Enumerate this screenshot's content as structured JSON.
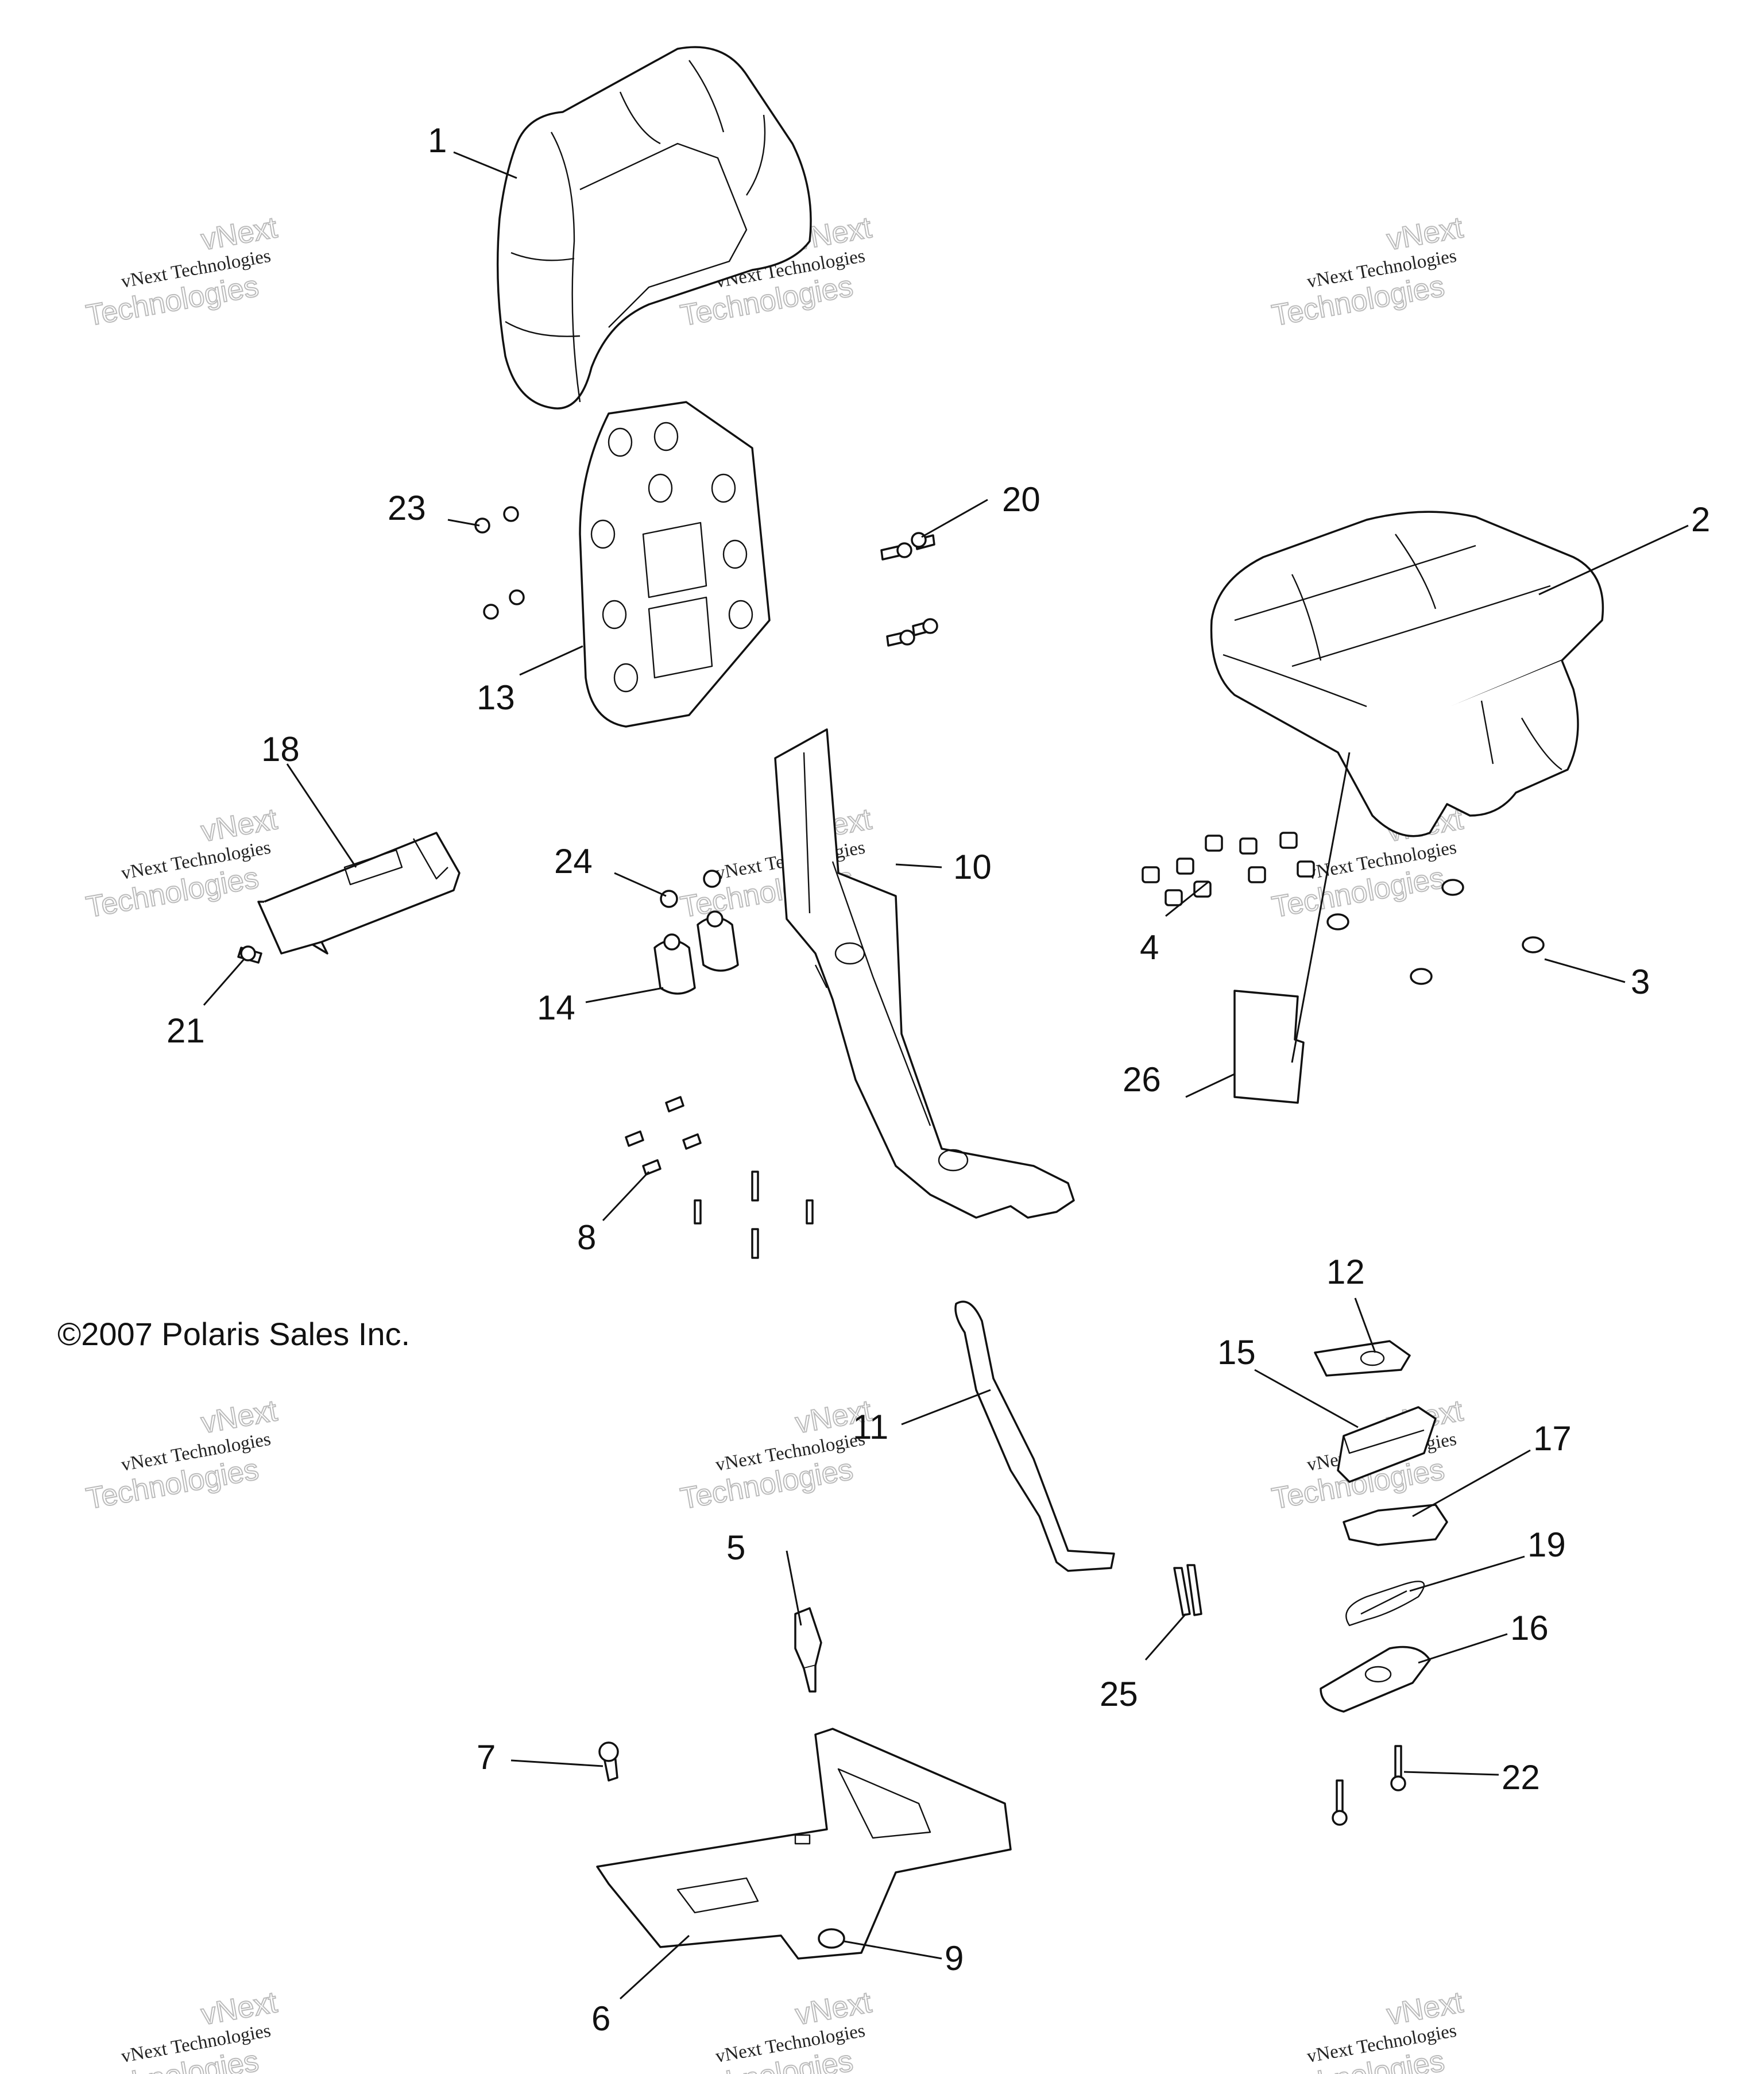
{
  "copyright": "©2007 Polaris Sales Inc.",
  "watermark": {
    "line1": "vNext Technologies",
    "line2": "vNext",
    "line3": "Technologies"
  },
  "callouts": {
    "c1": "1",
    "c2": "2",
    "c3": "3",
    "c4": "4",
    "c5": "5",
    "c6": "6",
    "c7": "7",
    "c8": "8",
    "c9": "9",
    "c10": "10",
    "c11": "11",
    "c12": "12",
    "c13": "13",
    "c14": "14",
    "c15": "15",
    "c16": "16",
    "c17": "17",
    "c18": "18",
    "c19": "19",
    "c20": "20",
    "c21": "21",
    "c22": "22",
    "c23": "23",
    "c24": "24",
    "c25": "25",
    "c26": "26"
  }
}
